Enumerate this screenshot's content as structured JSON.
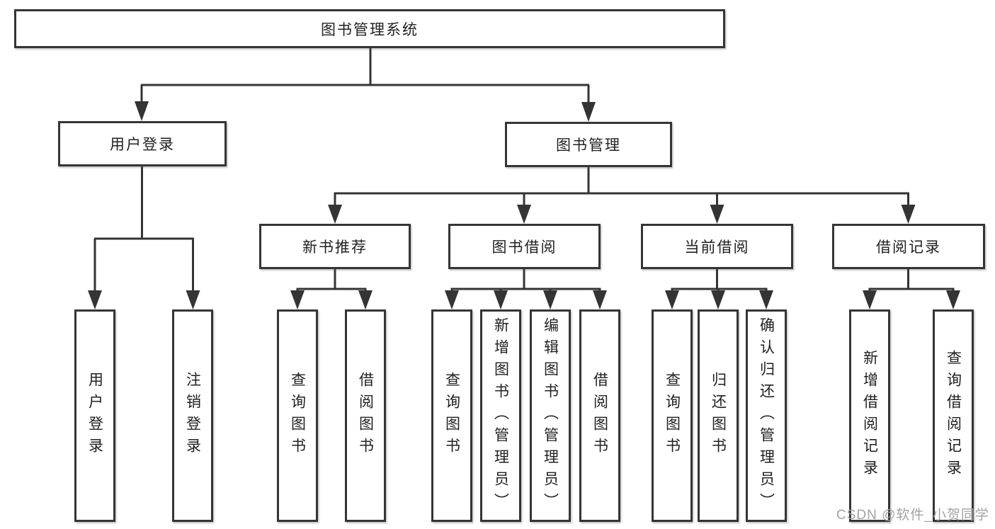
{
  "tree": {
    "root": {
      "label": "图书管理系统"
    },
    "children": [
      {
        "label": "用户登录",
        "children": [
          {
            "label": "用户登录"
          },
          {
            "label": "注销登录"
          }
        ]
      },
      {
        "label": "图书管理",
        "children": [
          {
            "label": "新书推荐",
            "children": [
              {
                "label": "查询图书"
              },
              {
                "label": "借阅图书"
              }
            ]
          },
          {
            "label": "图书借阅",
            "children": [
              {
                "label": "查询图书"
              },
              {
                "label": "新增图书（管理员）"
              },
              {
                "label": "编辑图书（管理员）"
              },
              {
                "label": "借阅图书"
              }
            ]
          },
          {
            "label": "当前借阅",
            "children": [
              {
                "label": "查询图书"
              },
              {
                "label": "归还图书"
              },
              {
                "label": "确认归还（管理员）"
              }
            ]
          },
          {
            "label": "借阅记录",
            "children": [
              {
                "label": "新增借阅记录"
              },
              {
                "label": "查询借阅记录"
              }
            ]
          }
        ]
      }
    ]
  },
  "watermark": {
    "text": "CSDN @软件_小贺同学"
  },
  "colors": {
    "line": "#343434",
    "box_border": "#353535",
    "box_fill": "#ffffff",
    "text": "#212121",
    "watermark": "#a3a3a3"
  }
}
